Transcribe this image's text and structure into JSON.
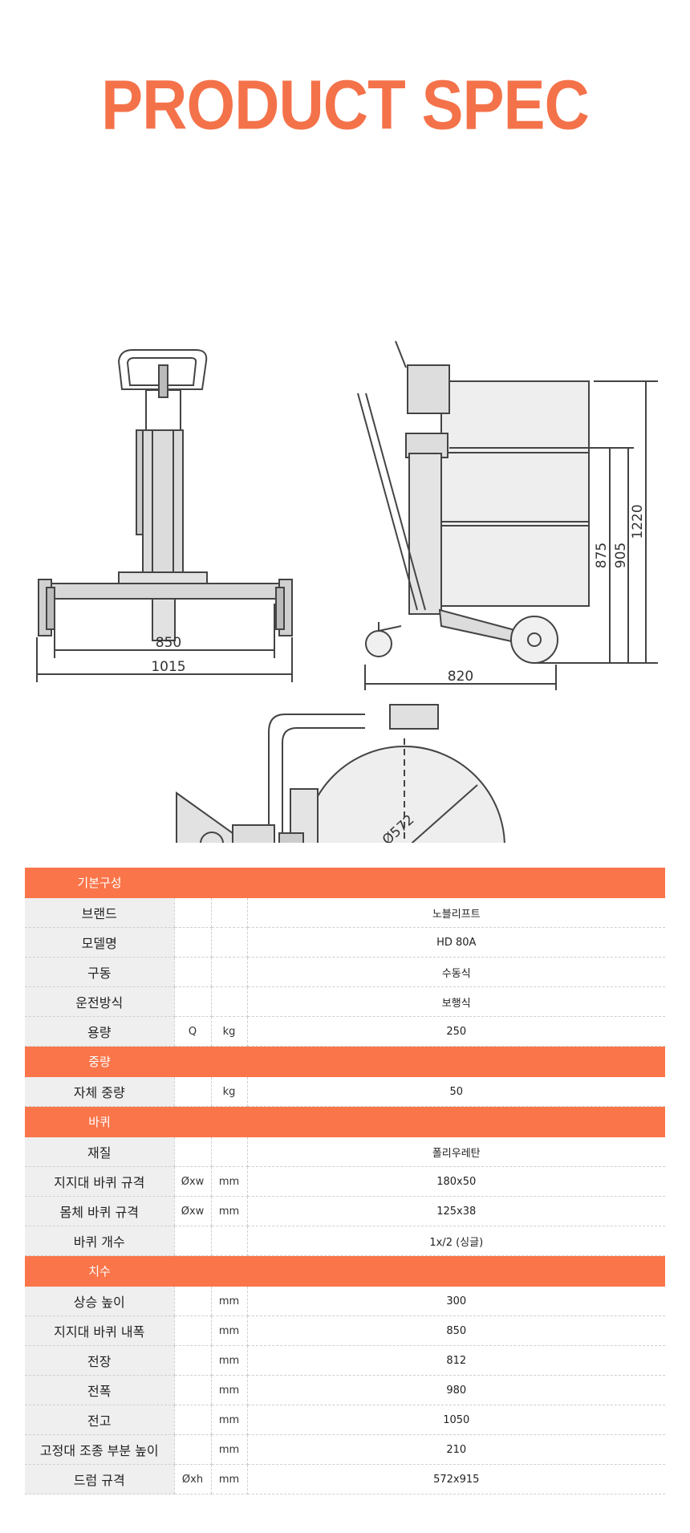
{
  "title": "PRODUCT SPEC",
  "accent_color": "#fa7549",
  "drawing": {
    "front_dims": [
      "850",
      "1015"
    ],
    "side_dims": [
      "820",
      "875",
      "905",
      "1220"
    ],
    "top_dim": "Ø572"
  },
  "spec": {
    "sections": [
      {
        "name": "기본구성",
        "rows": [
          {
            "label": "브랜드",
            "sym": "",
            "unit": "",
            "value": "노블리프트"
          },
          {
            "label": "모델명",
            "sym": "",
            "unit": "",
            "value": "HD 80A"
          },
          {
            "label": "구동",
            "sym": "",
            "unit": "",
            "value": "수동식"
          },
          {
            "label": "운전방식",
            "sym": "",
            "unit": "",
            "value": "보행식"
          },
          {
            "label": "용량",
            "sym": "Q",
            "unit": "kg",
            "value": "250"
          }
        ]
      },
      {
        "name": "중량",
        "rows": [
          {
            "label": "자체 중량",
            "sym": "",
            "unit": "kg",
            "value": "50"
          }
        ]
      },
      {
        "name": "바퀴",
        "rows": [
          {
            "label": "재질",
            "sym": "",
            "unit": "",
            "value": "폴리우레탄"
          },
          {
            "label": "지지대 바퀴 규격",
            "sym": "Øxw",
            "unit": "mm",
            "value": "180x50"
          },
          {
            "label": "몸체 바퀴 규격",
            "sym": "Øxw",
            "unit": "mm",
            "value": "125x38"
          },
          {
            "label": "바퀴 개수",
            "sym": "",
            "unit": "",
            "value": "1x/2 (싱글)"
          }
        ]
      },
      {
        "name": "치수",
        "rows": [
          {
            "label": "상승 높이",
            "sym": "",
            "unit": "mm",
            "value": "300"
          },
          {
            "label": "지지대 바퀴 내폭",
            "sym": "",
            "unit": "mm",
            "value": "850"
          },
          {
            "label": "전장",
            "sym": "",
            "unit": "mm",
            "value": "812"
          },
          {
            "label": "전폭",
            "sym": "",
            "unit": "mm",
            "value": "980"
          },
          {
            "label": "전고",
            "sym": "",
            "unit": "mm",
            "value": "1050"
          },
          {
            "label": "고정대 조종 부분 높이",
            "sym": "",
            "unit": "mm",
            "value": "210"
          },
          {
            "label": "드럼 규격",
            "sym": "Øxh",
            "unit": "mm",
            "value": "572x915"
          }
        ]
      }
    ]
  }
}
